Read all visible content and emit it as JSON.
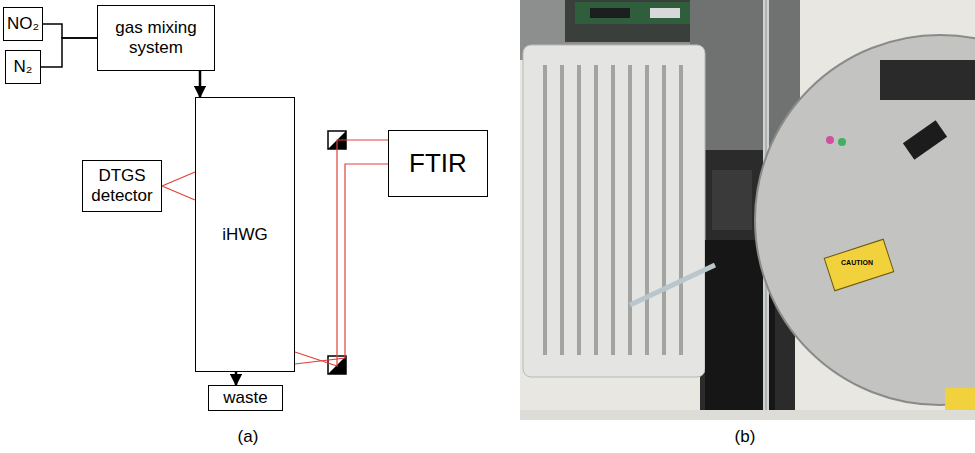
{
  "diagram": {
    "nodes": [
      {
        "text": [
          "NO₂"
        ]
      },
      {
        "text": [
          "N₂"
        ]
      },
      {
        "text": [
          "gas mixing system"
        ]
      },
      {
        "text": [
          "DTGS detector"
        ]
      },
      {
        "text": [
          "iHWG"
        ]
      },
      {
        "text": [
          "FTIR"
        ]
      },
      {
        "text": [
          "waste"
        ]
      }
    ],
    "edges": [
      {
        "from": 0,
        "to": 2,
        "arrow": "none"
      },
      {
        "from": 1,
        "to": 2,
        "arrow": "none"
      },
      {
        "from": 2,
        "to": 4,
        "arrow": "to"
      },
      {
        "from": 3,
        "to": 4,
        "arrow": "none"
      },
      {
        "from": 5,
        "to": 4,
        "arrow": "none"
      },
      {
        "from": 4,
        "to": 6,
        "arrow": "to"
      }
    ],
    "labels": [
      "(a)",
      "(b)",
      "CAUTION"
    ]
  }
}
